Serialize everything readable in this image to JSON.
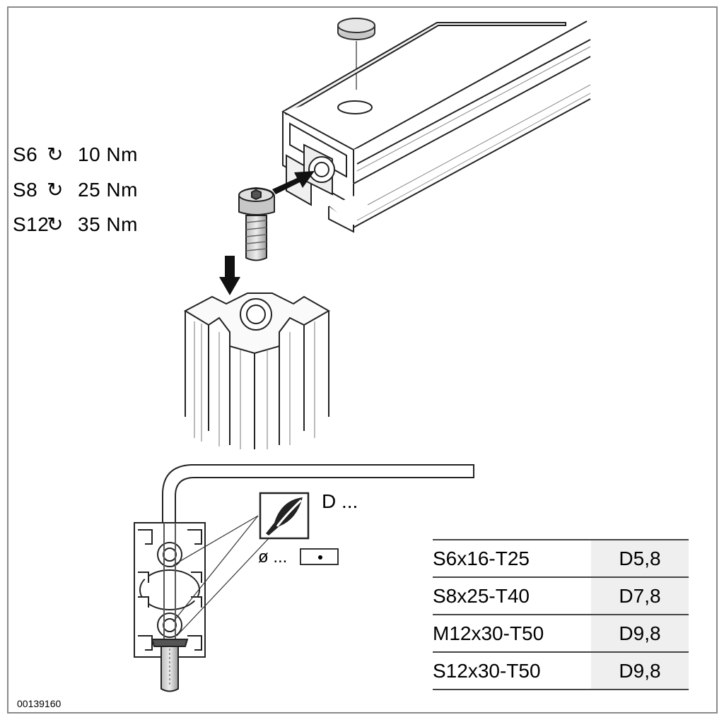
{
  "torque_specs": [
    {
      "size": "S6",
      "rotation_icon": "clockwise-arrow",
      "torque": "10 Nm"
    },
    {
      "size": "S8",
      "rotation_icon": "clockwise-arrow",
      "torque": "25 Nm"
    },
    {
      "size": "S12",
      "rotation_icon": "clockwise-arrow",
      "torque": "35 Nm"
    }
  ],
  "rotation_glyph": "↻",
  "drill_label": "D ...",
  "diameter_label": "ø ...",
  "spec_table": {
    "rows": [
      {
        "screw": "S6x16-T25",
        "drill": "D5,8"
      },
      {
        "screw": "S8x25-T40",
        "drill": "D7,8"
      },
      {
        "screw": "M12x30-T50",
        "drill": "D9,8"
      },
      {
        "screw": "S12x30-T50",
        "drill": "D9,8"
      }
    ]
  },
  "document_code": "00139160",
  "icons": [
    "drill-bit-icon",
    "hex-key-icon",
    "clockwise-arrow-icon",
    "push-arrow-icon"
  ]
}
